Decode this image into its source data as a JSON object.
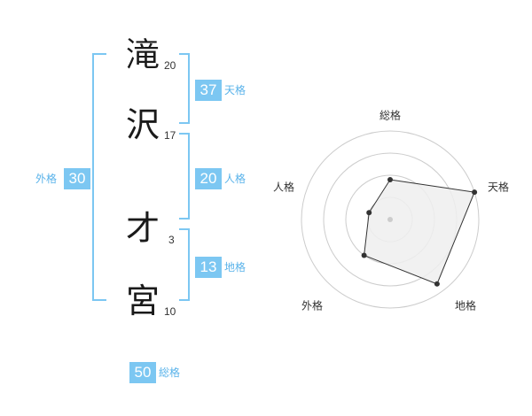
{
  "name_chars": [
    {
      "char": "滝",
      "strokes": "20"
    },
    {
      "char": "沢",
      "strokes": "17"
    },
    {
      "char": "才",
      "strokes": "3"
    },
    {
      "char": "宮",
      "strokes": "10"
    }
  ],
  "kakusu": {
    "tenkaku": {
      "value": "37",
      "label": "天格"
    },
    "jinkaku": {
      "value": "20",
      "label": "人格"
    },
    "chikaku": {
      "value": "13",
      "label": "地格"
    },
    "gaikaku": {
      "value": "30",
      "label": "外格"
    },
    "soukaku": {
      "value": "50",
      "label": "総格"
    }
  },
  "colors": {
    "accent": "#7cc7f2",
    "accent_text": "#5ab3ea",
    "radar_fill": "#eeeeee",
    "ring": "#cccccc",
    "point": "#333333"
  },
  "chart_data": {
    "type": "radar",
    "axes": [
      "総格",
      "天格",
      "地格",
      "外格",
      "人格"
    ],
    "values": [
      2.25,
      5.0,
      4.5,
      2.5,
      1.25
    ],
    "scale_max": 5,
    "rings": 4
  }
}
